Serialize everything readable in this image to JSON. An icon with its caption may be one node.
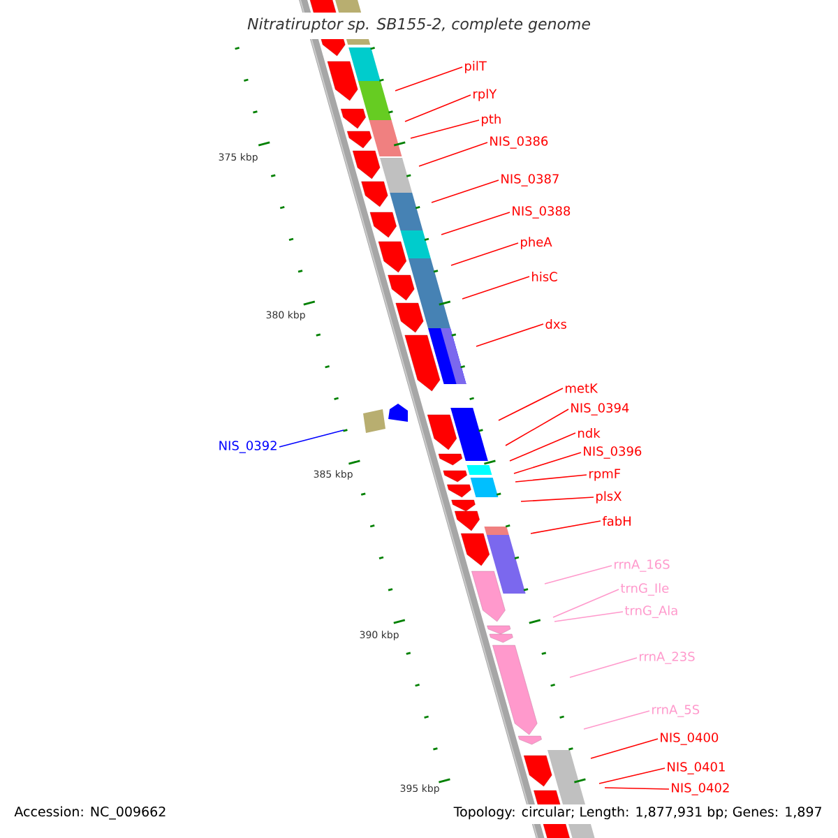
{
  "diagram": {
    "title": "*Nitratiruptor sp.* SB155-2, complete genome",
    "nodes": [
      {
        "text": [
          "pilT"
        ]
      },
      {
        "text": [
          "rplY"
        ]
      },
      {
        "text": [
          "pth"
        ]
      },
      {
        "text": [
          "NIS_0386"
        ]
      },
      {
        "text": [
          "NIS_0387"
        ]
      },
      {
        "text": [
          "NIS_0388"
        ]
      },
      {
        "text": [
          "pheA"
        ]
      },
      {
        "text": [
          "hisC"
        ]
      },
      {
        "text": [
          "dxs"
        ]
      },
      {
        "text": [
          "metK"
        ]
      },
      {
        "text": [
          "NIS_0394"
        ]
      },
      {
        "text": [
          "ndk"
        ]
      },
      {
        "text": [
          "NIS_0396"
        ]
      },
      {
        "text": [
          "rpmF"
        ]
      },
      {
        "text": [
          "plsX"
        ]
      },
      {
        "text": [
          "fabH"
        ]
      },
      {
        "text": [
          "NIS_0392"
        ]
      },
      {
        "text": [
          "rrnA_16S"
        ]
      },
      {
        "text": [
          "trnG_Ile"
        ]
      },
      {
        "text": [
          "trnG_Ala"
        ]
      },
      {
        "text": [
          "rrnA_23S"
        ]
      },
      {
        "text": [
          "rrnA_5S"
        ]
      },
      {
        "text": [
          "NIS_0400"
        ]
      },
      {
        "text": [
          "NIS_0401"
        ]
      },
      {
        "text": [
          "NIS_0402"
        ]
      }
    ],
    "edges": [
      {
        "from": 0,
        "to": null,
        "arrow": "none"
      },
      {
        "from": 1,
        "to": null,
        "arrow": "none"
      },
      {
        "from": 2,
        "to": null,
        "arrow": "none"
      },
      {
        "from": 3,
        "to": null,
        "arrow": "none"
      },
      {
        "from": 4,
        "to": null,
        "arrow": "none"
      },
      {
        "from": 5,
        "to": null,
        "arrow": "none"
      },
      {
        "from": 6,
        "to": null,
        "arrow": "none"
      },
      {
        "from": 7,
        "to": null,
        "arrow": "none"
      },
      {
        "from": 8,
        "to": null,
        "arrow": "none"
      },
      {
        "from": 9,
        "to": null,
        "arrow": "none"
      },
      {
        "from": 10,
        "to": null,
        "arrow": "none"
      },
      {
        "from": 11,
        "to": null,
        "arrow": "none"
      },
      {
        "from": 12,
        "to": null,
        "arrow": "none"
      },
      {
        "from": 13,
        "to": null,
        "arrow": "none"
      },
      {
        "from": 14,
        "to": null,
        "arrow": "none"
      },
      {
        "from": 15,
        "to": null,
        "arrow": "none"
      },
      {
        "from": 16,
        "to": null,
        "arrow": "none",
        "color": "#0000ff"
      },
      {
        "from": 17,
        "to": null,
        "arrow": "none",
        "color": "#ff99cc"
      },
      {
        "from": 18,
        "to": null,
        "arrow": "none",
        "color": "#ff99cc"
      },
      {
        "from": 19,
        "to": null,
        "arrow": "none",
        "color": "#ff99cc"
      },
      {
        "from": 20,
        "to": null,
        "arrow": "none",
        "color": "#ff99cc"
      },
      {
        "from": 21,
        "to": null,
        "arrow": "none",
        "color": "#ff99cc"
      },
      {
        "from": 22,
        "to": null,
        "arrow": "none"
      },
      {
        "from": 23,
        "to": null,
        "arrow": "none"
      },
      {
        "from": 24,
        "to": null,
        "arrow": "none"
      }
    ],
    "labels": [
      "375 kbp",
      "380 kbp",
      "385 kbp",
      "390 kbp",
      "395 kbp",
      "Accession: NC_009662",
      "Topology: circular; Length: 1,877,931 bp; Genes: 1,897"
    ]
  }
}
